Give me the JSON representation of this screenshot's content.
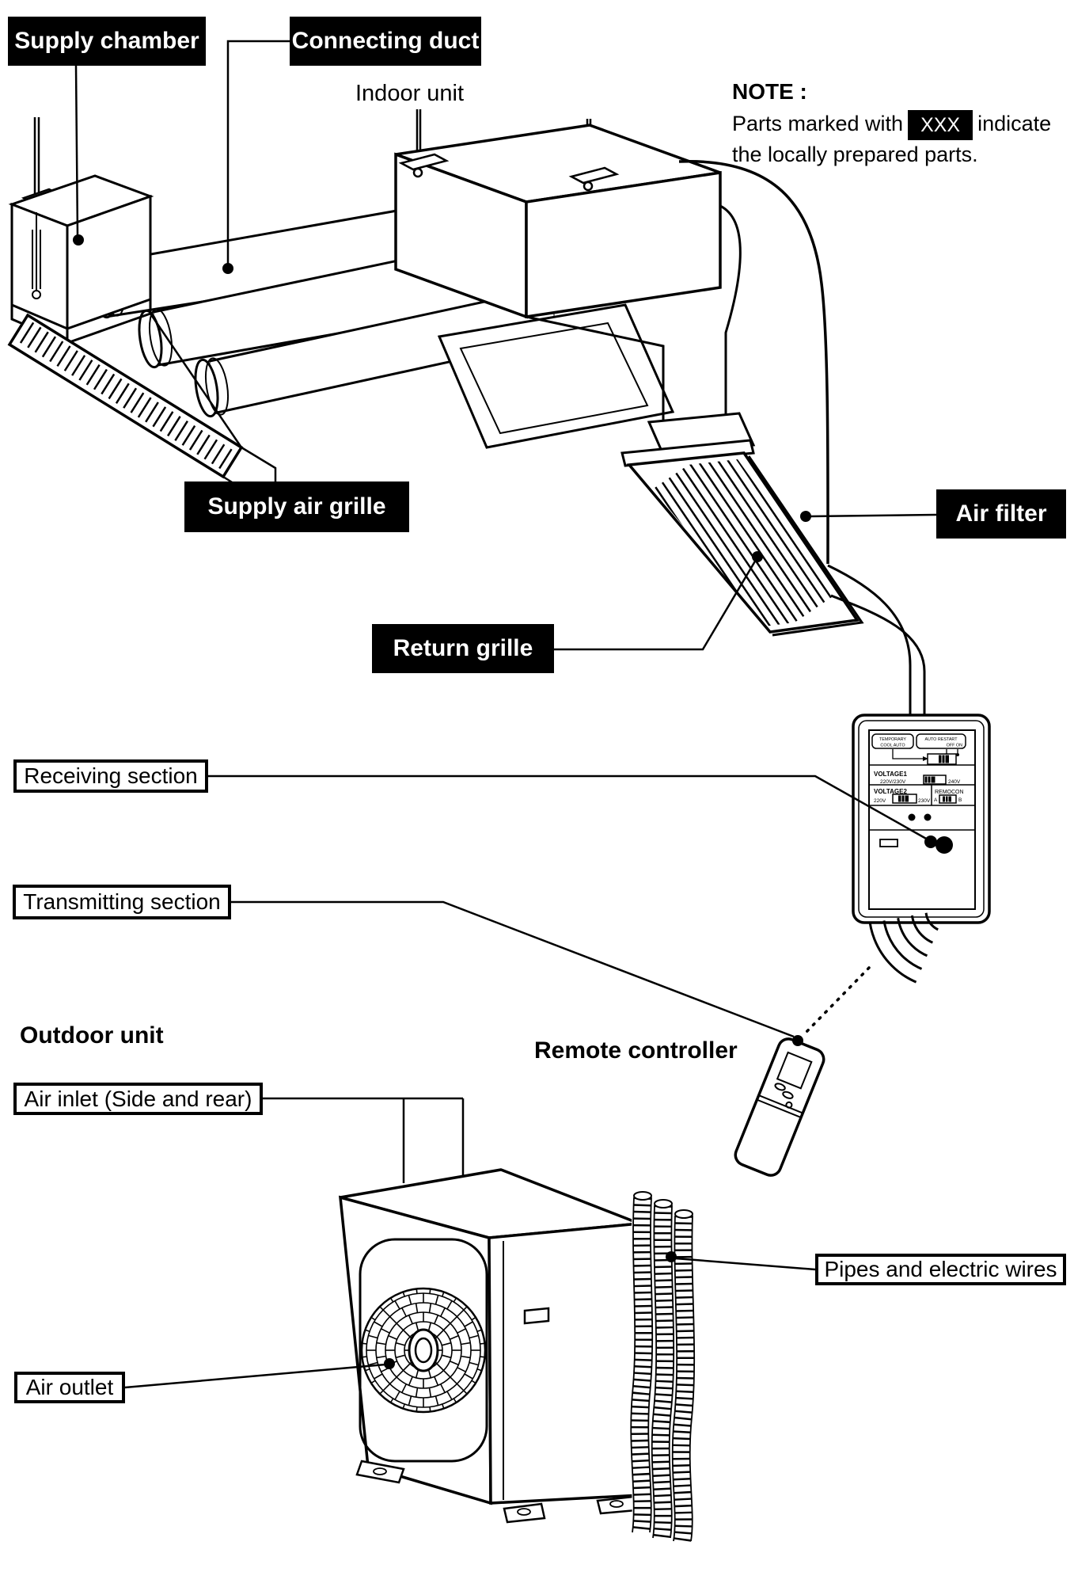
{
  "note": {
    "title": "NOTE :",
    "line2_pre": "Parts marked with",
    "xxx_tag": "XXX",
    "line2_post": "indicate",
    "line3": "the locally prepared parts."
  },
  "labels": {
    "supply_chamber": "Supply chamber",
    "connecting_duct": "Connecting duct",
    "indoor_unit": "Indoor unit",
    "supply_air_grille": "Supply air grille",
    "air_filter": "Air filter",
    "return_grille": "Return grille",
    "receiving_section": "Receiving section",
    "transmitting_section": "Transmitting section",
    "outdoor_unit": "Outdoor unit",
    "remote_controller": "Remote controller",
    "air_inlet": "Air inlet (Side and rear)",
    "air_outlet": "Air outlet",
    "pipes_electric_wires": "Pipes and electric wires"
  },
  "receiver_panel": {
    "temporary": "TEMPORARY",
    "cool_auto": "COOL  AUTO",
    "auto_restart": "AUTO RESTART",
    "off_on": "OFF ON",
    "voltage1": "VOLTAGE1",
    "v220_230": "220V/230V",
    "v240": "240V",
    "voltage2": "VOLTAGE2",
    "v220": "220V",
    "v230": "230V",
    "remocon": "REMOCON",
    "sw_a": "A",
    "sw_b": "B"
  },
  "colors": {
    "ink": "#000000",
    "paper": "#ffffff"
  }
}
